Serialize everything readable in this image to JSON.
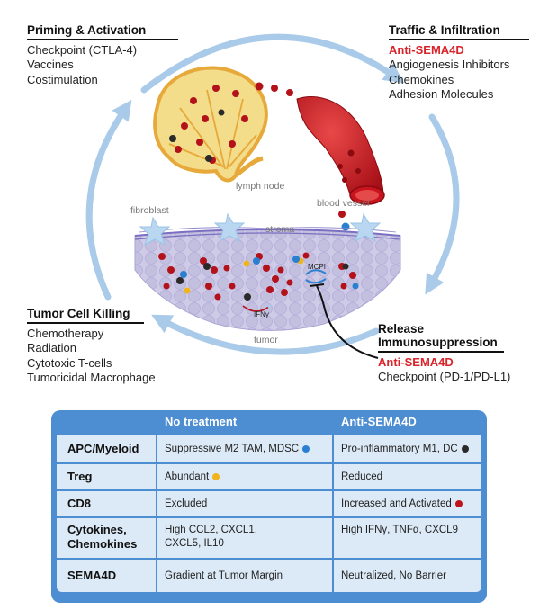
{
  "sections": {
    "priming": {
      "title": "Priming & Activation",
      "items": [
        "Checkpoint (CTLA-4)",
        "Vaccines",
        "Costimulation"
      ]
    },
    "traffic": {
      "title": "Traffic & Infiltration",
      "highlight": "Anti-SEMA4D",
      "items": [
        "Angiogenesis Inhibitors",
        "Chemokines",
        "Adhesion Molecules"
      ]
    },
    "killing": {
      "title": "Tumor Cell Killing",
      "items": [
        "Chemotherapy",
        "Radiation",
        "Cytotoxic T-cells",
        "Tumoricidal Macrophage"
      ]
    },
    "release": {
      "title_line1": "Release",
      "title_line2": "Immunosuppression",
      "highlight": "Anti-SEMA4D",
      "items": [
        "Checkpoint (PD-1/PD-L1)"
      ]
    }
  },
  "labels": {
    "lymph_node": "lymph node",
    "blood_vessel": "blood vessel",
    "fibroblast": "fibroblast",
    "stroma": "stroma",
    "mcpi": "MCPI",
    "ifng": "IFNγ",
    "tumor": "tumor"
  },
  "table": {
    "headers": {
      "col1": "No treatment",
      "col2": "Anti-SEMA4D"
    },
    "rows": [
      {
        "name": "APC/Myeloid",
        "col1": "Suppressive M2 TAM, MDSC",
        "col1_dot": "#2a7fd0",
        "col2": "Pro-inflammatory M1, DC",
        "col2_dot": "#2a2a2a"
      },
      {
        "name": "Treg",
        "col1": "Abundant",
        "col1_dot": "#f0b51e",
        "col2": "Reduced",
        "col2_dot": ""
      },
      {
        "name": "CD8",
        "col1": "Excluded",
        "col1_dot": "",
        "col2": "Increased and Activated",
        "col2_dot": "#c0141c"
      },
      {
        "name_line1": "Cytokines,",
        "name_line2": "Chemokines",
        "col1_line1": "High CCL2, CXCL1,",
        "col1_line2": "CXCL5, IL10",
        "col2": "High IFNγ, TNFα, CXCL9"
      },
      {
        "name": "SEMA4D",
        "col1": "Gradient at Tumor Margin",
        "col2": "Neutralized, No Barrier"
      }
    ]
  },
  "colors": {
    "cycle_arrow": "#a9cbe9",
    "highlight_red": "#d8242a",
    "table_blue": "#4d8dd2",
    "table_row": "#dce9f6",
    "lymph_node": "#f3dc8a",
    "blood_vessel": "#c8141c",
    "tumor_tissue": "#c9c6e3"
  }
}
